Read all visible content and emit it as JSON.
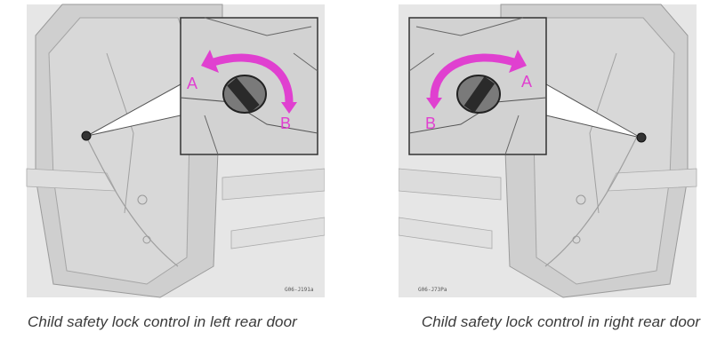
{
  "figures": [
    {
      "id": "left",
      "caption": "Child safety lock control in left rear door",
      "image_code": "G06-J191a",
      "labels": {
        "a": "A",
        "b": "B"
      },
      "arrow_color": "#e040d0"
    },
    {
      "id": "right",
      "caption": "Child safety lock control in right rear door",
      "image_code": "G06-J73Pa",
      "labels": {
        "a": "A",
        "b": "B"
      },
      "arrow_color": "#e040d0"
    }
  ]
}
